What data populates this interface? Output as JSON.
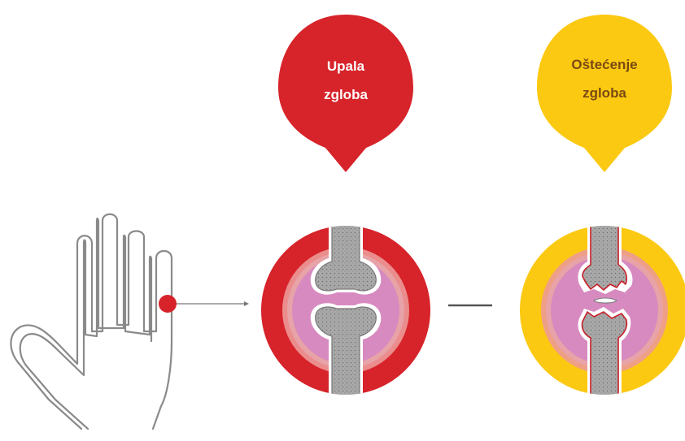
{
  "callouts": [
    {
      "line1": "Upala",
      "line2": "zgloba",
      "color": "#d7232a",
      "text_color": "#ffffff"
    },
    {
      "line1": "Oštećenje",
      "line2": "zgloba",
      "color": "#fcc912",
      "text_color": "#7a4a12"
    }
  ],
  "colors": {
    "red": "#d7232a",
    "yellow": "#fcc912",
    "capsule_pink": "#e8a0a2",
    "synovium_pink": "#d78ac0",
    "bone_gray": "#a8a8a8",
    "outline_gray": "#777777"
  },
  "icons": [
    "hand-outline-icon",
    "joint-marker-dot",
    "arrow-right-icon",
    "dash-icon"
  ]
}
